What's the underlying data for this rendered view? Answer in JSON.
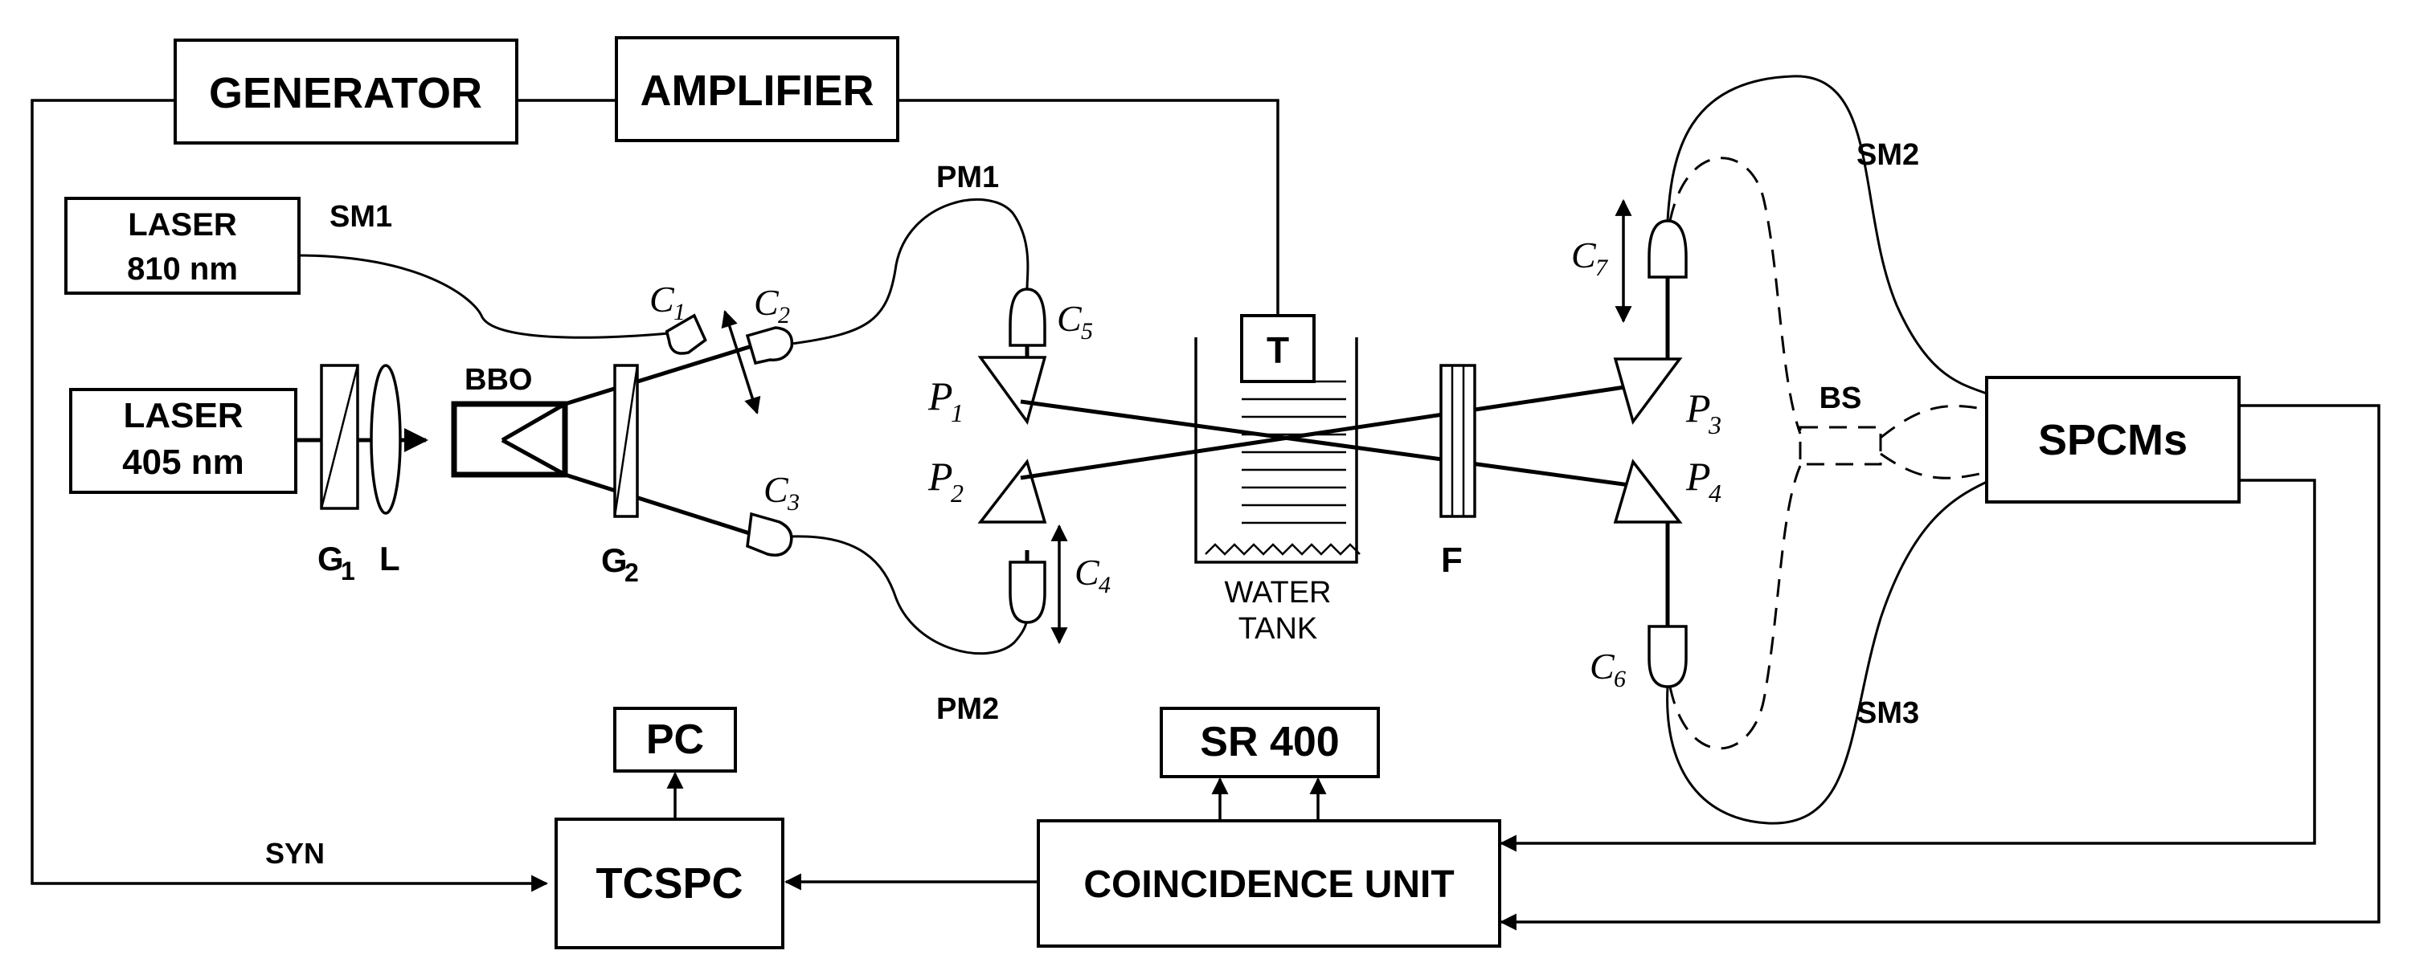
{
  "blocks": {
    "generator": "GENERATOR",
    "amplifier": "AMPLIFIER",
    "laser_810": [
      "LASER",
      "810 nm"
    ],
    "laser_405": [
      "LASER",
      "405 nm"
    ],
    "spcms": "SPCMs",
    "pc": "PC",
    "sr400": "SR 400",
    "tcspc": "TCSPC",
    "coincidence": "COINCIDENCE UNIT",
    "water_tank": [
      "WATER",
      "TANK"
    ],
    "tank_thermometer": "T"
  },
  "fibers": {
    "sm1": "SM1",
    "sm2": "SM2",
    "sm3": "SM3",
    "pm1": "PM1",
    "pm2": "PM2"
  },
  "optics": {
    "bbo": "BBO",
    "g1": "G",
    "g1_sub": "1",
    "l": "L",
    "g2": "G",
    "g2_sub": "2",
    "f": "F",
    "bs": "BS"
  },
  "couplers": {
    "c1": "C",
    "c1_sub": "1",
    "c2": "C",
    "c2_sub": "2",
    "c3": "C",
    "c3_sub": "3",
    "c4": "C",
    "c4_sub": "4",
    "c5": "C",
    "c5_sub": "5",
    "c6": "C",
    "c6_sub": "6",
    "c7": "C",
    "c7_sub": "7"
  },
  "prisms": {
    "p1": "P",
    "p1_sub": "1",
    "p2": "P",
    "p2_sub": "2",
    "p3": "P",
    "p3_sub": "3",
    "p4": "P",
    "p4_sub": "4"
  },
  "signals": {
    "syn": "SYN"
  }
}
